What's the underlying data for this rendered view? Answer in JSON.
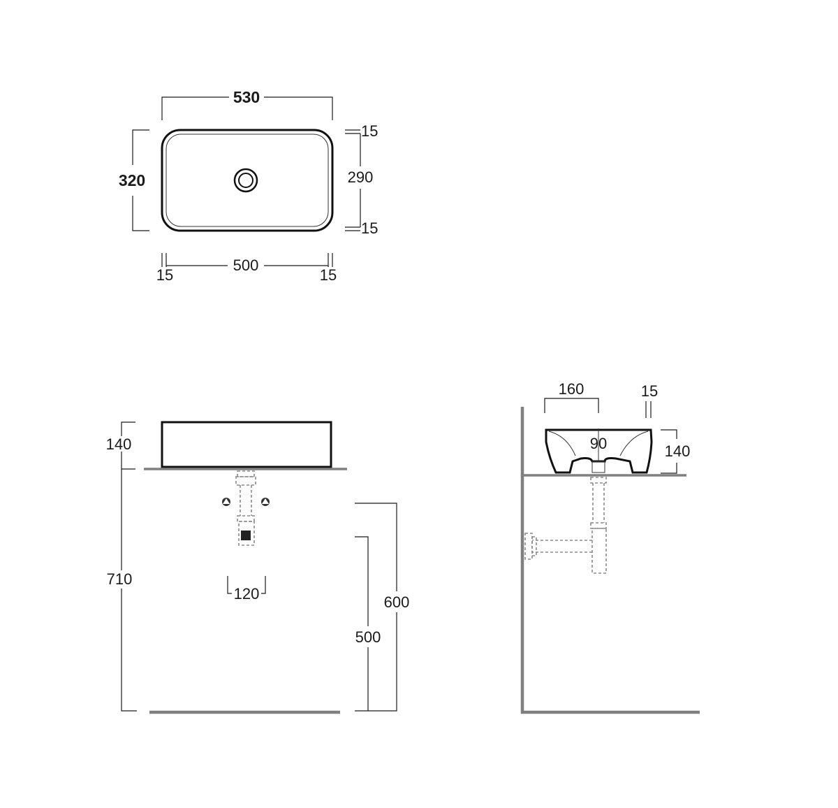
{
  "top_view": {
    "overall_width": "530",
    "overall_depth": "320",
    "rim_top": "15",
    "inner_depth": "290",
    "rim_bottom": "15",
    "rim_left": "15",
    "inner_width": "500",
    "rim_right": "15"
  },
  "front_view": {
    "basin_height": "140",
    "counter_height": "710",
    "trap_width": "120",
    "drain_height": "600",
    "waste_height": "500"
  },
  "side_view": {
    "basin_depth_top": "160",
    "rim_thickness": "15",
    "outlet_depth": "90",
    "basin_height": "140"
  },
  "colors": {
    "line": "#1a1a1a",
    "floor": "#808080",
    "dashed": "#8a8a8a"
  }
}
